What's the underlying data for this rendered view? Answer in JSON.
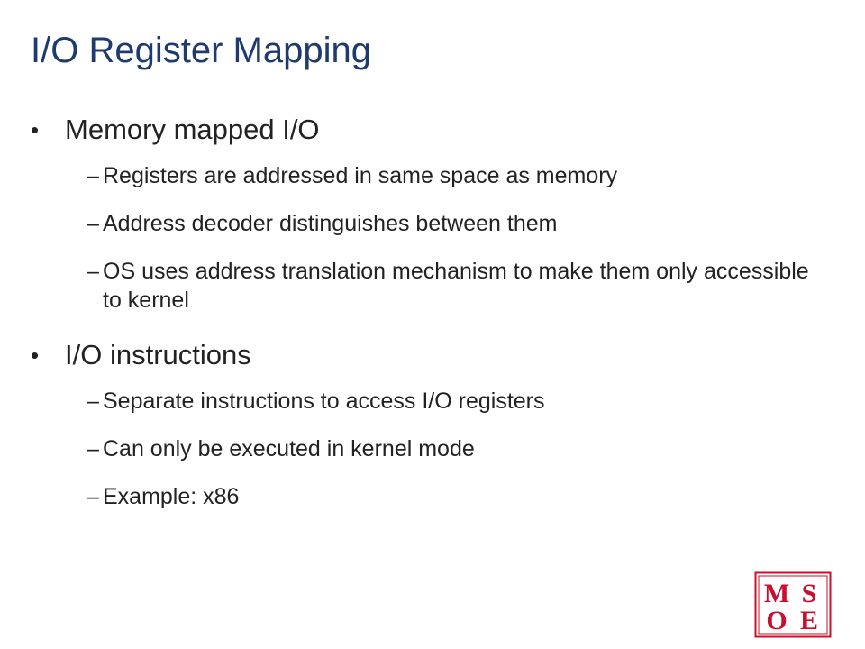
{
  "slide": {
    "title": "I/O Register Mapping",
    "bullets": [
      {
        "marker": "•",
        "text": "Memory mapped I/O",
        "subitems": [
          {
            "marker": "–",
            "text": "Registers are addressed in same space as memory"
          },
          {
            "marker": "–",
            "text": "Address decoder distinguishes between them"
          },
          {
            "marker": "–",
            "text": "OS uses address translation mechanism to make them only accessible to kernel"
          }
        ]
      },
      {
        "marker": "•",
        "text": "I/O instructions",
        "subitems": [
          {
            "marker": "–",
            "text": "Separate instructions to access I/O registers"
          },
          {
            "marker": "–",
            "text": "Can only be executed in kernel mode"
          },
          {
            "marker": "–",
            "text": "Example: x86"
          }
        ]
      }
    ]
  },
  "logo": {
    "letters": [
      "M",
      "S",
      "O",
      "E"
    ],
    "color": "#c8102e",
    "icon": "msoe-logo-icon"
  }
}
